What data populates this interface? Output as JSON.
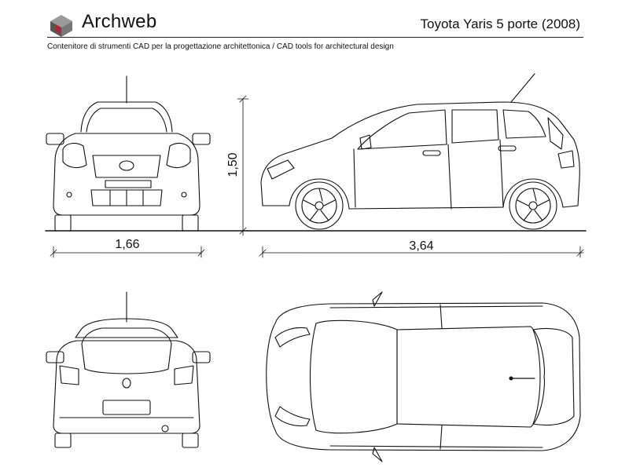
{
  "header": {
    "brand": "Archweb",
    "title": "Toyota Yaris 5 porte (2008)",
    "subtitle": "Contenitore di strumenti CAD per la progettazione architettonica  /  CAD tools for architectural design"
  },
  "dimensions": {
    "width": "1,66",
    "height": "1,50",
    "length": "3,64"
  },
  "colors": {
    "logo_red": "#b8232a",
    "logo_dark": "#555555",
    "logo_light": "#9a9a9a",
    "line": "#111111"
  }
}
